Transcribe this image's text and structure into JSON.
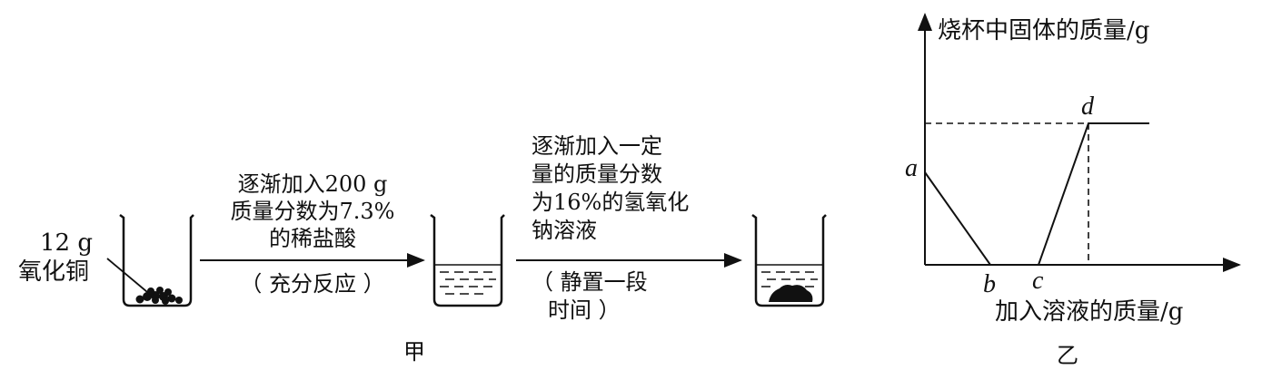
{
  "jia": {
    "label": "甲",
    "sample": {
      "mass": "12 g",
      "name": "氧化铜"
    },
    "step1": {
      "lines": [
        "逐渐加入200 g",
        "质量分数为7.3%",
        "的稀盐酸"
      ],
      "note": "（ 充分反应 ）"
    },
    "step2": {
      "lines": [
        "逐渐加入一定",
        "量的质量分数",
        "为16%的氢氧化",
        "钠溶液"
      ],
      "note_lines": [
        "（ 静置一段",
        "时间 ）"
      ]
    }
  },
  "yi": {
    "label": "乙",
    "ylabel": "烧杯中固体的质量/g",
    "xlabel": "加入溶液的质量/g",
    "points": {
      "a": "a",
      "b": "b",
      "c": "c",
      "d": "d"
    }
  }
}
